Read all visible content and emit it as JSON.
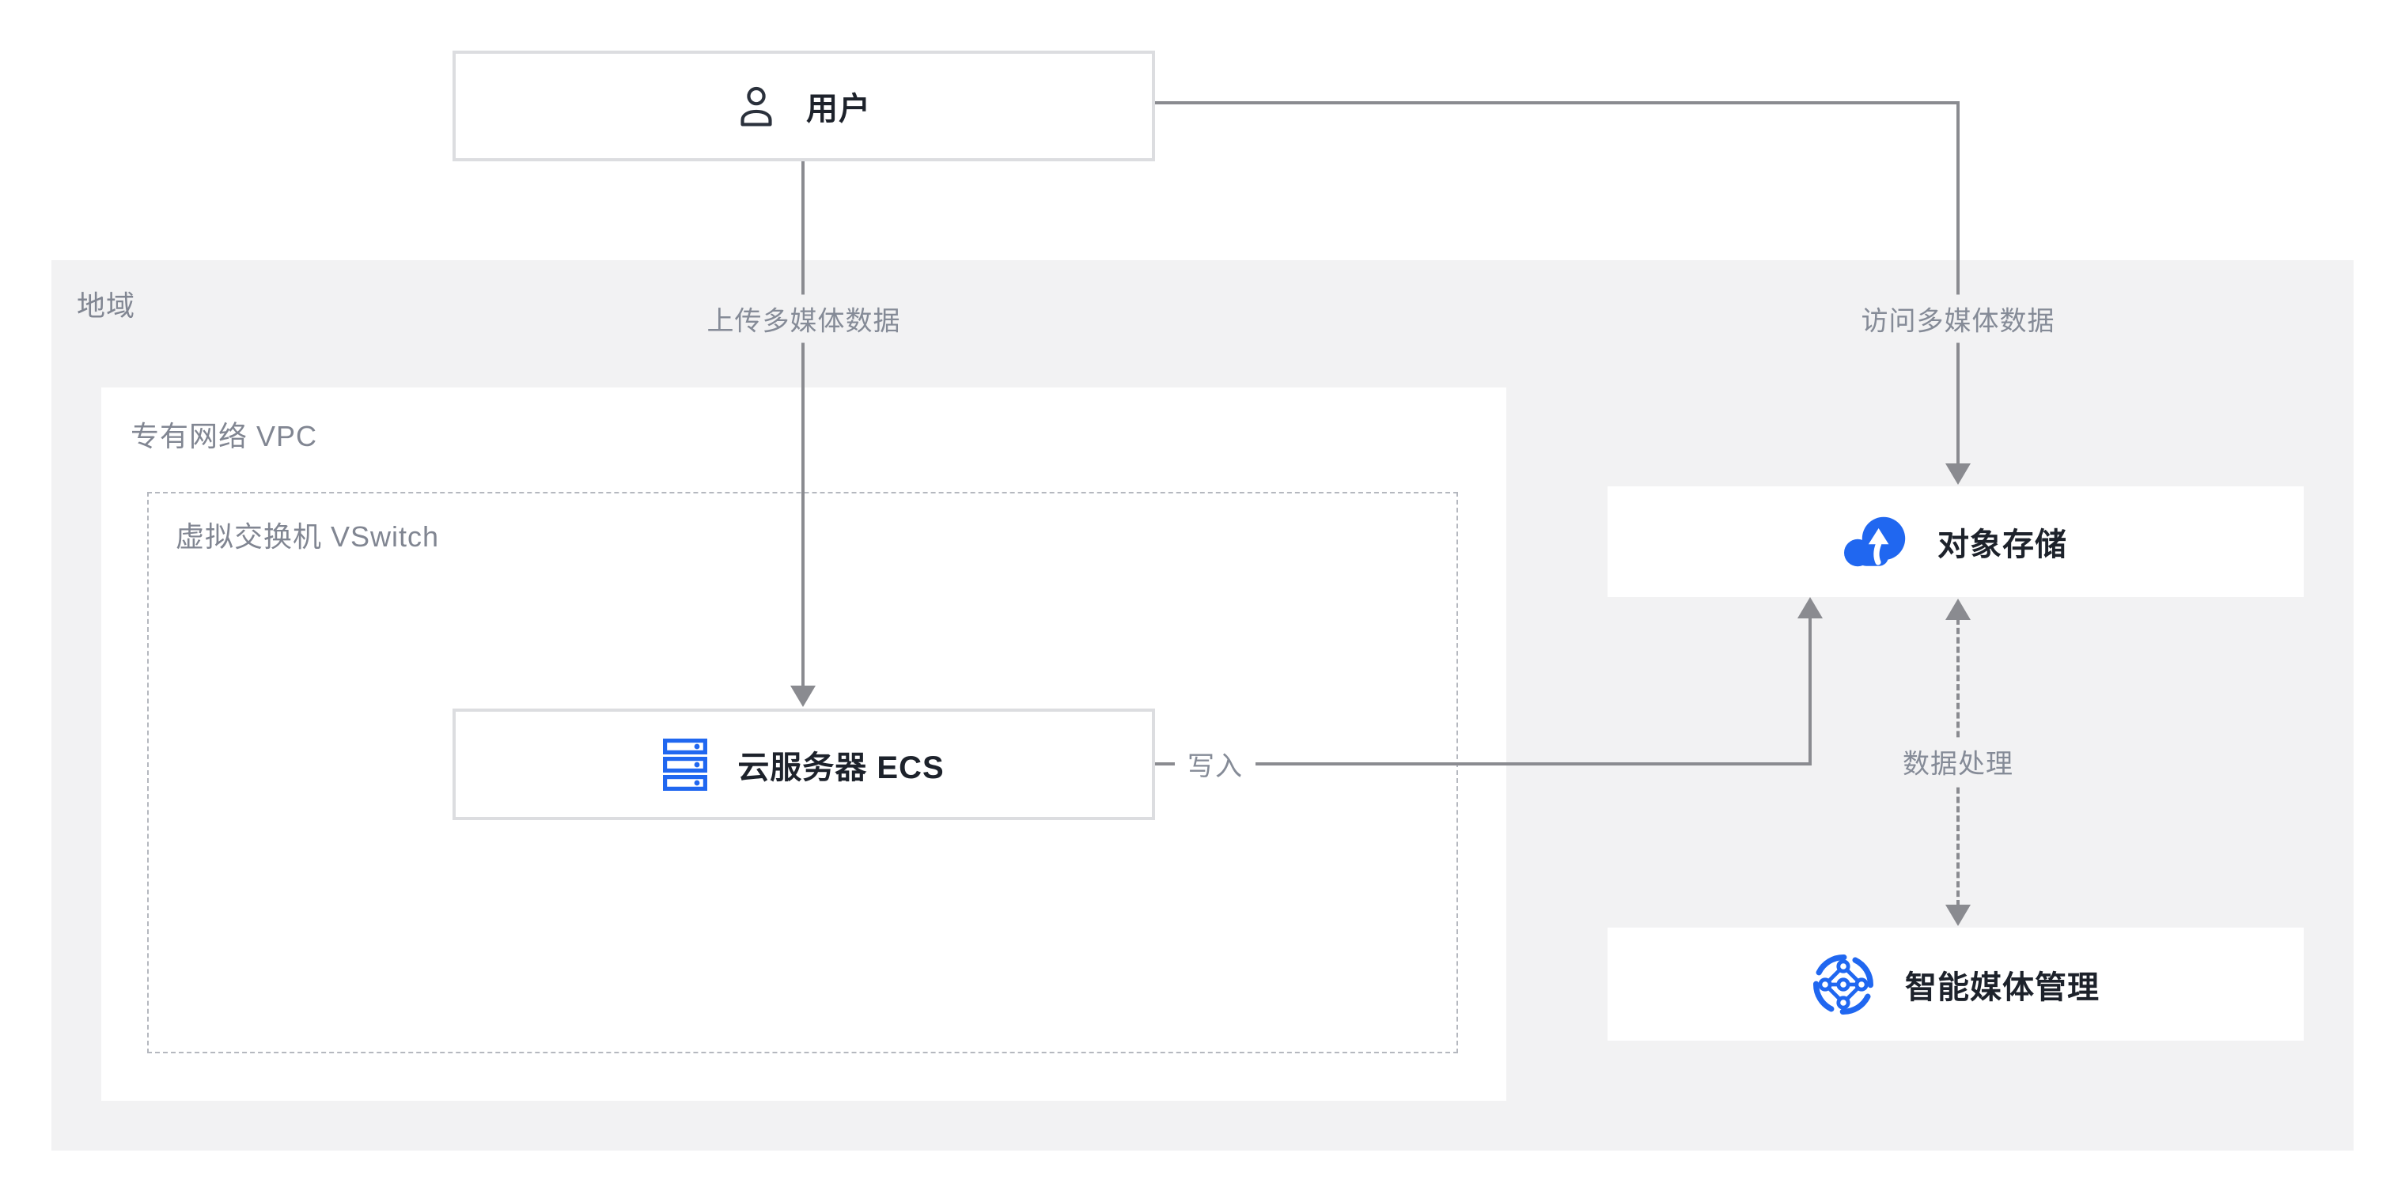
{
  "diagram": {
    "containers": {
      "region": {
        "label": "地域"
      },
      "vpc": {
        "label": "专有网络 VPC"
      },
      "vswitch": {
        "label": "虚拟交换机 VSwitch"
      }
    },
    "nodes": {
      "user": {
        "label": "用户",
        "icon": "person-icon"
      },
      "ecs": {
        "label": "云服务器 ECS",
        "icon": "server-stack-icon"
      },
      "oss": {
        "label": "对象存储",
        "icon": "cloud-upload-icon"
      },
      "imm": {
        "label": "智能媒体管理",
        "icon": "network-nodes-icon"
      }
    },
    "edges": {
      "upload": {
        "label": "上传多媒体数据",
        "from": "user",
        "to": "ecs",
        "style": "solid",
        "direction": "down"
      },
      "access": {
        "label": "访问多媒体数据",
        "from": "user",
        "to": "oss",
        "style": "solid",
        "direction": "down"
      },
      "write": {
        "label": "写入",
        "from": "ecs",
        "to": "oss",
        "style": "solid",
        "direction": "up"
      },
      "process": {
        "label": "数据处理",
        "from": "oss",
        "to": "imm",
        "style": "dashed",
        "direction": "both"
      }
    },
    "colors": {
      "accent_blue": "#2067f0",
      "region_bg": "#f2f2f3",
      "arrow_gray": "#8a8b90",
      "muted_label": "#818692",
      "title_text": "#1d222b",
      "node_border": "#dcdde0",
      "icon_dark": "#2b313c"
    }
  }
}
